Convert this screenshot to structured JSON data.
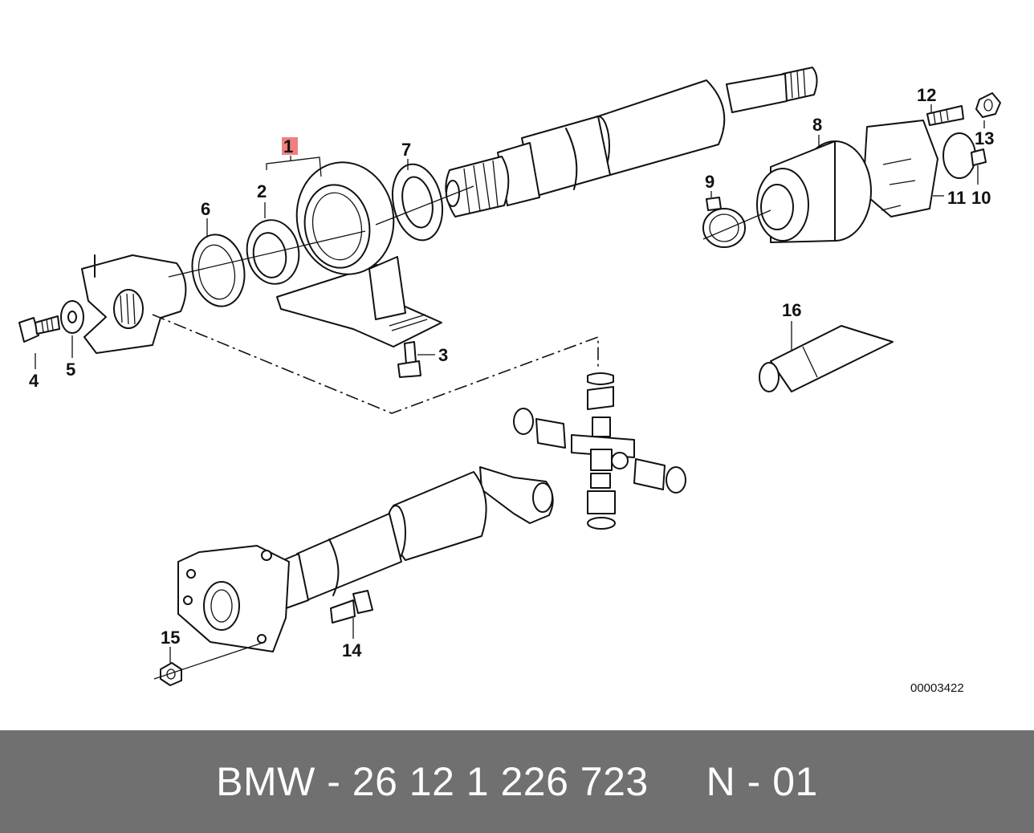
{
  "diagram": {
    "callouts": {
      "c1": "1",
      "c2": "2",
      "c3": "3",
      "c4": "4",
      "c5": "5",
      "c6": "6",
      "c7": "7",
      "c8": "8",
      "c9": "9",
      "c10": "10",
      "c11": "11",
      "c12": "12",
      "c13": "13",
      "c14": "14",
      "c15": "15",
      "c16": "16"
    },
    "highlight_color": "#f08080",
    "drawing_code": "00003422"
  },
  "footer": {
    "part_number": "BMW - 26 12 1 226 723     N - 01",
    "background_color": "#707070"
  }
}
